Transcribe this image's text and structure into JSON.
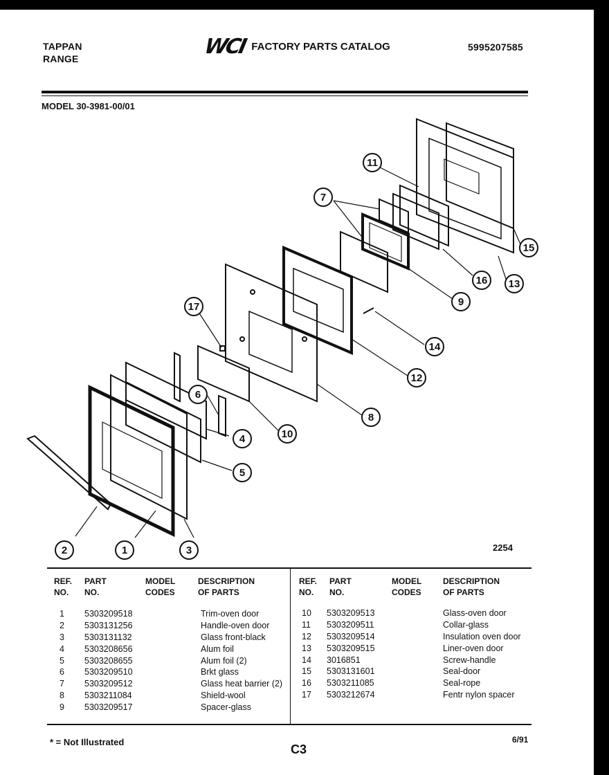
{
  "header": {
    "brand_line1": "TAPPAN",
    "brand_line2": "RANGE",
    "logo": "WCI",
    "catalog_title": "FACTORY PARTS CATALOG",
    "catalog_number": "5995207585"
  },
  "model": "MODEL 30-3981-00/01",
  "diagram": {
    "figure_number": "2254",
    "callouts": [
      "1",
      "2",
      "3",
      "4",
      "5",
      "6",
      "7",
      "8",
      "9",
      "10",
      "11",
      "12",
      "13",
      "14",
      "15",
      "16",
      "17"
    ]
  },
  "table": {
    "headers": {
      "ref_line1": "REF.",
      "ref_line2": "NO.",
      "part_line1": "PART",
      "part_line2": "NO.",
      "model_line1": "MODEL",
      "model_line2": "CODES",
      "desc_line1": "DESCRIPTION",
      "desc_line2": "OF PARTS"
    },
    "left_rows": [
      {
        "ref": "1",
        "part": "5303209518",
        "desc": "Trim-oven door"
      },
      {
        "ref": "2",
        "part": "5303131256",
        "desc": "Handle-oven door"
      },
      {
        "ref": "3",
        "part": "5303131132",
        "desc": "Glass front-black"
      },
      {
        "ref": "4",
        "part": "5303208656",
        "desc": "Alum foil"
      },
      {
        "ref": "5",
        "part": "5303208655",
        "desc": "Alum foil (2)"
      },
      {
        "ref": "6",
        "part": "5303209510",
        "desc": "Brkt glass"
      },
      {
        "ref": "7",
        "part": "5303209512",
        "desc": "Glass heat barrier (2)"
      },
      {
        "ref": "8",
        "part": "5303211084",
        "desc": "Shield-wool"
      },
      {
        "ref": "9",
        "part": "5303209517",
        "desc": "Spacer-glass"
      }
    ],
    "right_rows": [
      {
        "ref": "10",
        "part": "5303209513",
        "desc": "Glass-oven door"
      },
      {
        "ref": "11",
        "part": "5303209511",
        "desc": "Collar-glass"
      },
      {
        "ref": "12",
        "part": "5303209514",
        "desc": "Insulation oven door"
      },
      {
        "ref": "13",
        "part": "5303209515",
        "desc": "Liner-oven door"
      },
      {
        "ref": "14",
        "part": "3016851",
        "desc": "Screw-handle"
      },
      {
        "ref": "15",
        "part": "5303131601",
        "desc": "Seal-door"
      },
      {
        "ref": "16",
        "part": "5303211085",
        "desc": "Seal-rope"
      },
      {
        "ref": "17",
        "part": "5303212674",
        "desc": "Fentr nylon spacer"
      }
    ]
  },
  "footer": {
    "note": "* = Not Illustrated",
    "page_code": "C3",
    "date": "6/91"
  }
}
